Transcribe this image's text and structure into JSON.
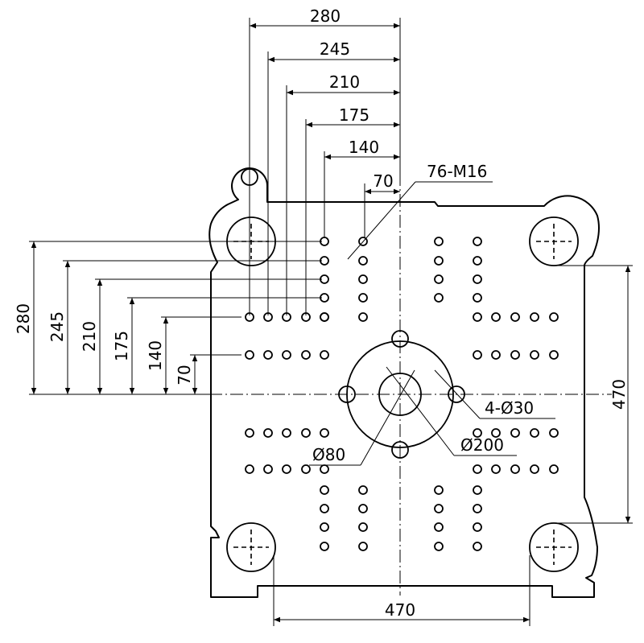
{
  "dimensions": {
    "top": [
      "280",
      "245",
      "210",
      "175",
      "140",
      "70"
    ],
    "left": [
      "280",
      "245",
      "210",
      "175",
      "140",
      "70"
    ],
    "right": "470",
    "bottom": "470"
  },
  "callouts": {
    "tapped_holes": "76-M16",
    "bolt_holes": "4-Ø30",
    "inner_dia": "Ø80",
    "outer_dia": "Ø200"
  }
}
